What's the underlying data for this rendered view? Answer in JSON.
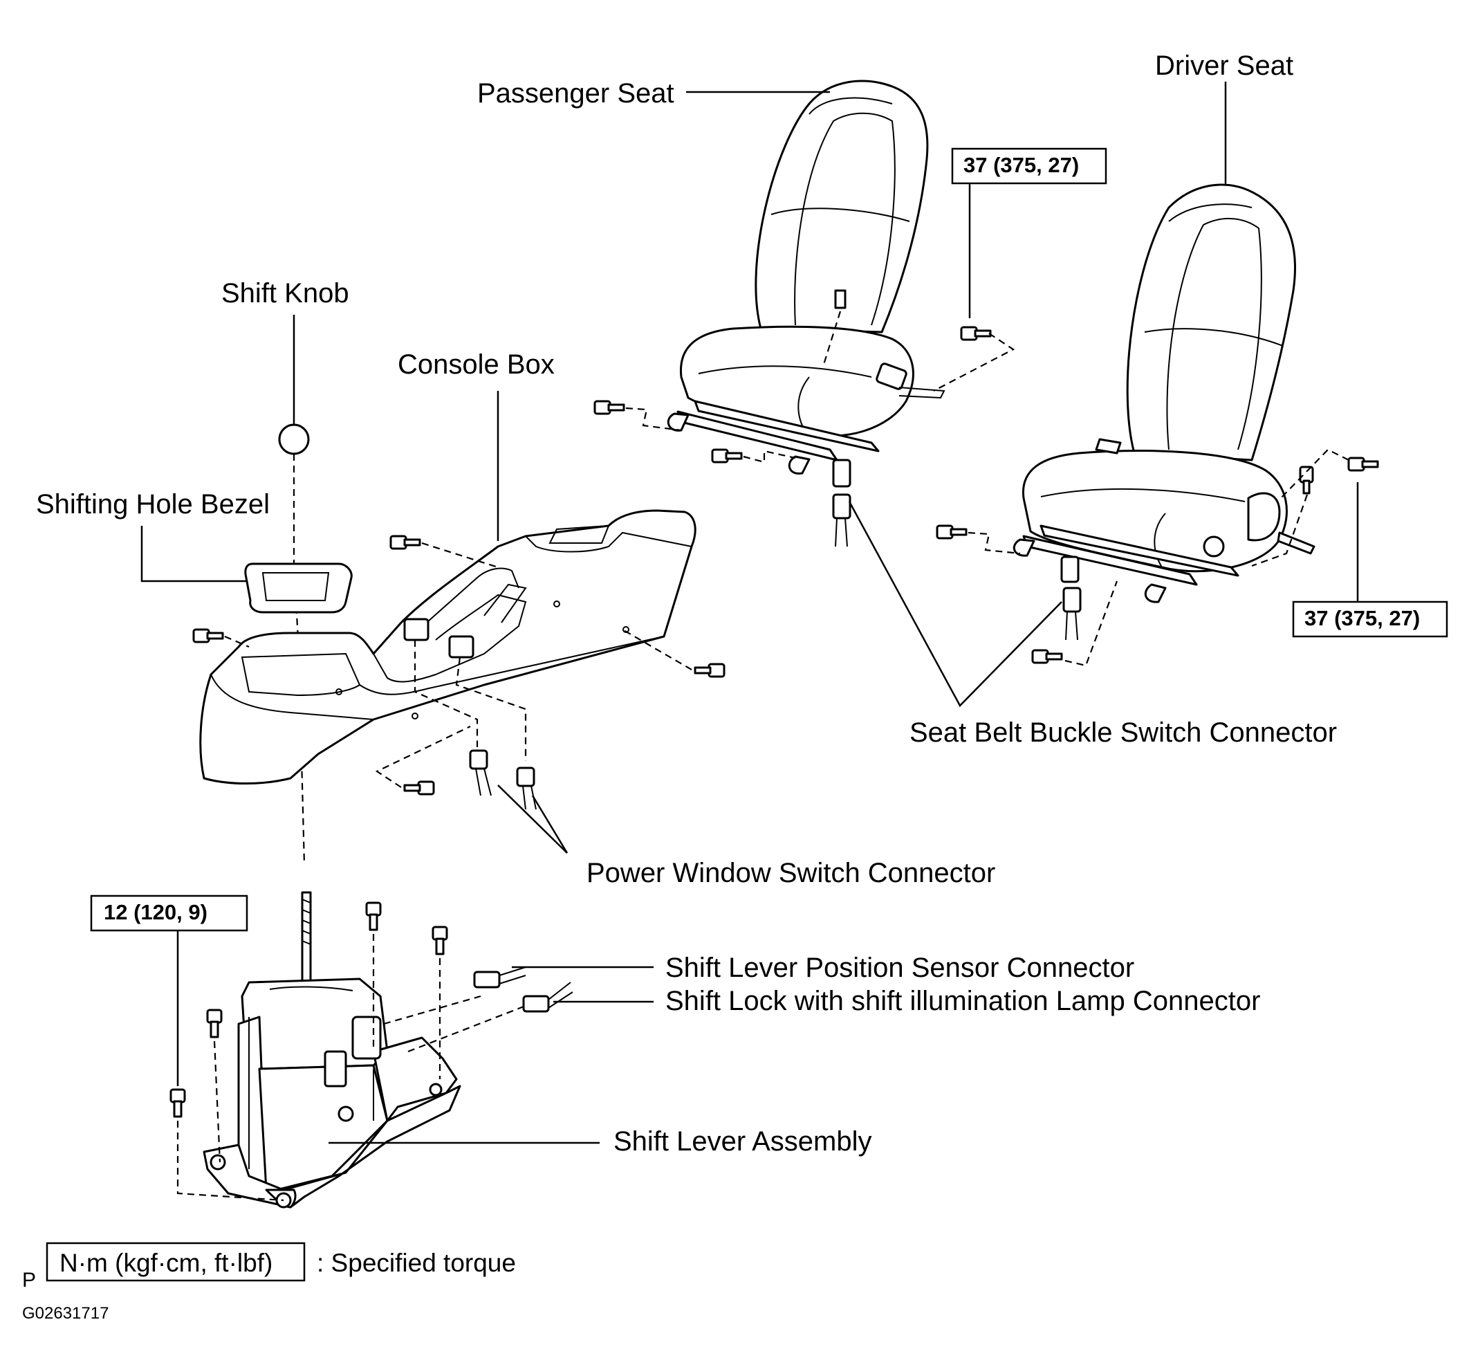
{
  "labels": {
    "passenger_seat": "Passenger Seat",
    "driver_seat": "Driver Seat",
    "shift_knob": "Shift Knob",
    "console_box": "Console Box",
    "shifting_hole_bezel": "Shifting Hole Bezel",
    "seat_belt_buckle_switch_connector": "Seat Belt Buckle Switch Connector",
    "power_window_switch_connector": "Power Window Switch Connector",
    "shift_lever_position_sensor_connector": "Shift Lever Position Sensor Connector",
    "shift_lock_lamp_connector": "Shift Lock with shift illumination Lamp Connector",
    "shift_lever_assembly": "Shift Lever Assembly"
  },
  "torque": {
    "passenger_seat_bolt": "37 (375, 27)",
    "driver_seat_bolt": "37 (375, 27)",
    "shift_lever_bolt": "12 (120, 9)"
  },
  "legend": {
    "prefix": "P",
    "unit_box": "N·m (kgf·cm, ft·lbf)",
    "description": ": Specified torque"
  },
  "figure_code": "G02631717"
}
